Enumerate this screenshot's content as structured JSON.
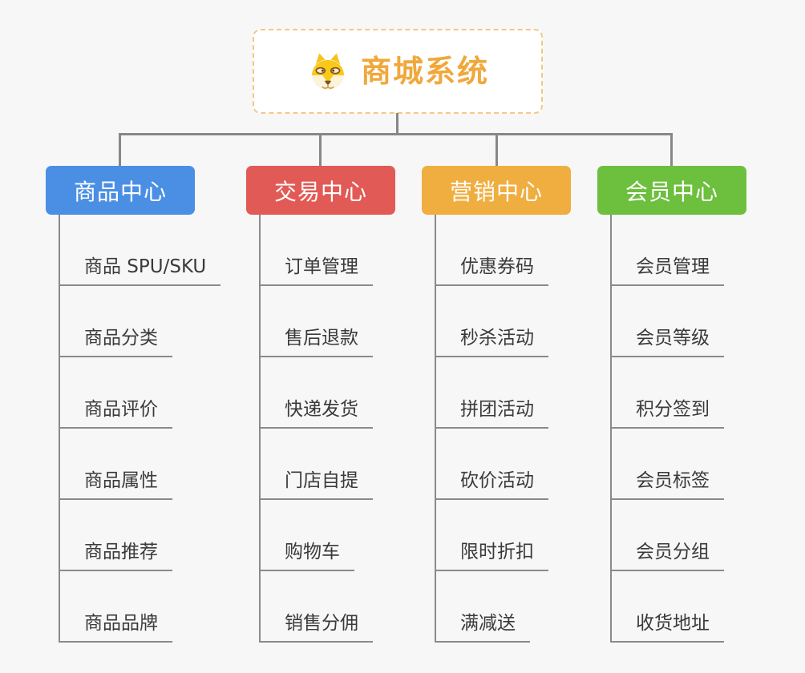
{
  "page": {
    "background_color": "#f7f7f7",
    "connector_color": "#878787"
  },
  "root": {
    "title": "商城系统",
    "icon": "dog-face-icon",
    "text_color": "#f0a83c",
    "border_color": "#f5c882",
    "background_color": "#ffffff"
  },
  "branches": [
    {
      "label": "商品中心",
      "color": "#4b8fe4",
      "children": [
        "商品 SPU/SKU",
        "商品分类",
        "商品评价",
        "商品属性",
        "商品推荐",
        "商品品牌"
      ]
    },
    {
      "label": "交易中心",
      "color": "#e25a55",
      "children": [
        "订单管理",
        "售后退款",
        "快递发货",
        "门店自提",
        "购物车",
        "销售分佣"
      ]
    },
    {
      "label": "营销中心",
      "color": "#efae3f",
      "children": [
        "优惠券码",
        "秒杀活动",
        "拼团活动",
        "砍价活动",
        "限时折扣",
        "满减送"
      ]
    },
    {
      "label": "会员中心",
      "color": "#6dbf3e",
      "children": [
        "会员管理",
        "会员等级",
        "积分签到",
        "会员标签",
        "会员分组",
        "收货地址"
      ]
    }
  ]
}
